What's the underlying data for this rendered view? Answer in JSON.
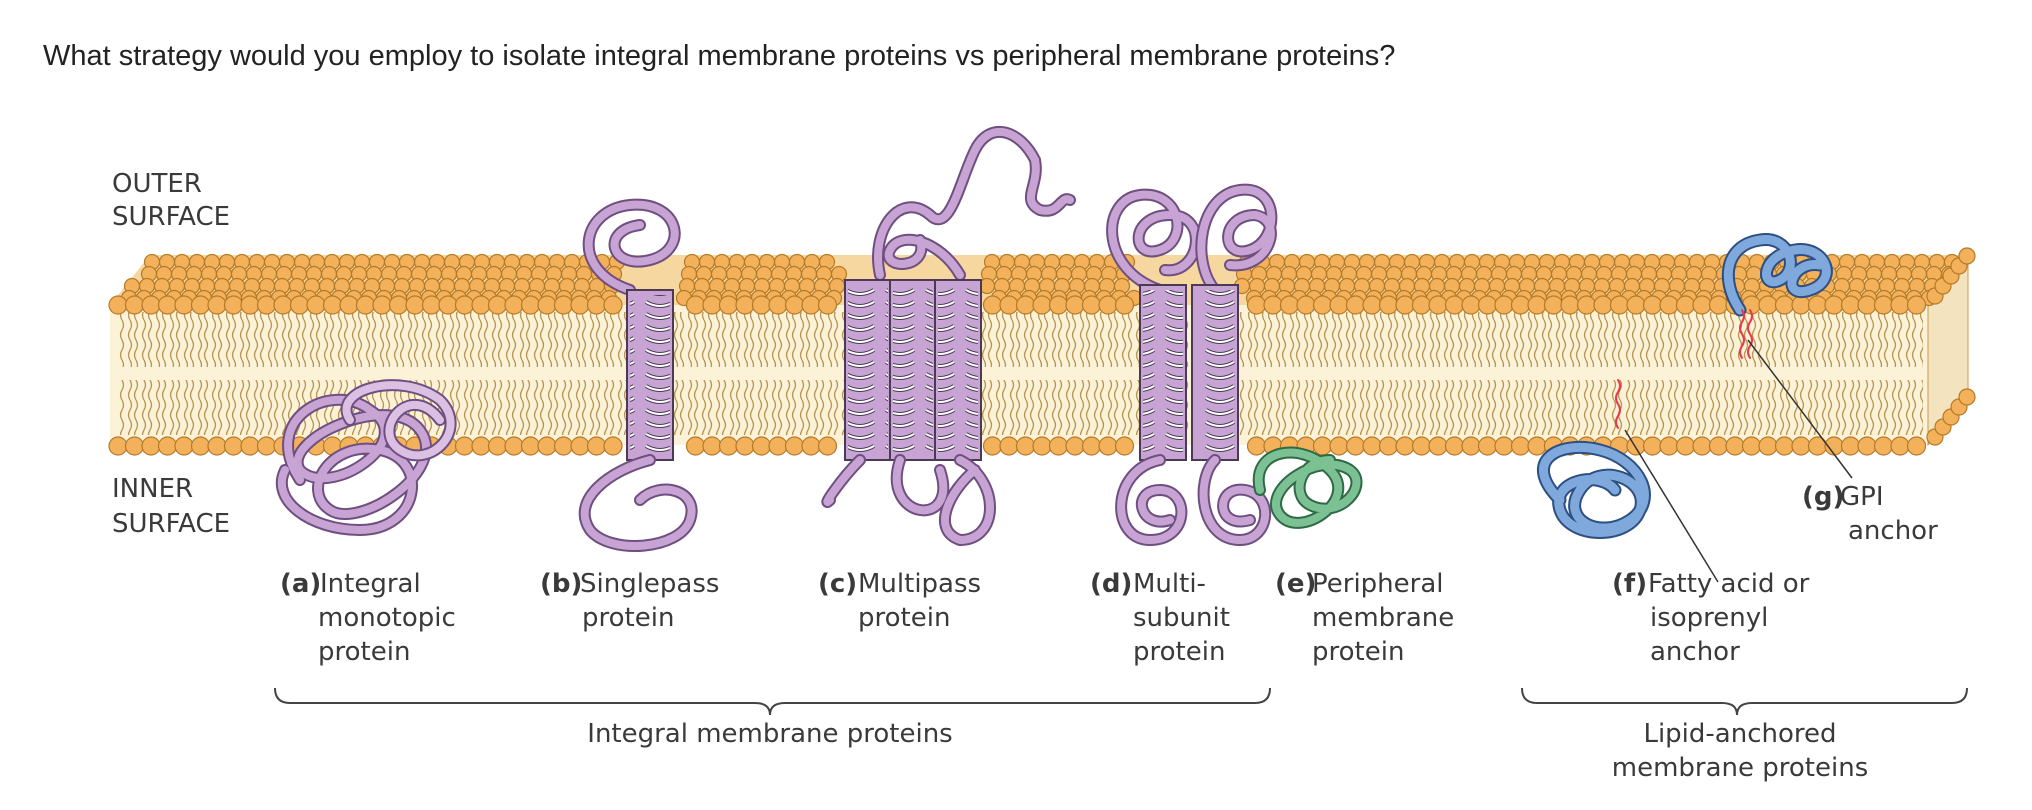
{
  "question": "What strategy would you employ to isolate integral membrane proteins vs peripheral membrane proteins?",
  "diagram": {
    "outer_surface": [
      "OUTER",
      "SURFACE"
    ],
    "inner_surface": [
      "INNER",
      "SURFACE"
    ],
    "labels": {
      "a": {
        "letter": "(a)",
        "lines": [
          "Integral",
          "monotopic",
          "protein"
        ]
      },
      "b": {
        "letter": "(b)",
        "lines": [
          "Singlepass",
          "protein"
        ]
      },
      "c": {
        "letter": "(c)",
        "lines": [
          "Multipass",
          "protein"
        ]
      },
      "d": {
        "letter": "(d)",
        "lines": [
          "Multi-",
          "subunit",
          "protein"
        ]
      },
      "e": {
        "letter": "(e)",
        "lines": [
          "Peripheral",
          "membrane",
          "protein"
        ]
      },
      "f": {
        "letter": "(f)",
        "lines": [
          "Fatty acid or",
          "isoprenyl",
          "anchor"
        ]
      },
      "g": {
        "letter": "(g)",
        "lines": [
          "GPI",
          "anchor"
        ]
      }
    },
    "group_integral": "Integral membrane proteins",
    "group_lipid": [
      "Lipid-anchored",
      "membrane proteins"
    ],
    "colors": {
      "head": "#f2b15a",
      "head_stroke": "#b57a28",
      "tail_bg": "#fbf2d8",
      "tail": "#b8944f",
      "purple": "#c8a4d4",
      "purple_dark": "#6e4f80",
      "green": "#7cc193",
      "blue": "#7fa9dc",
      "anchor": "#e8384a"
    }
  }
}
